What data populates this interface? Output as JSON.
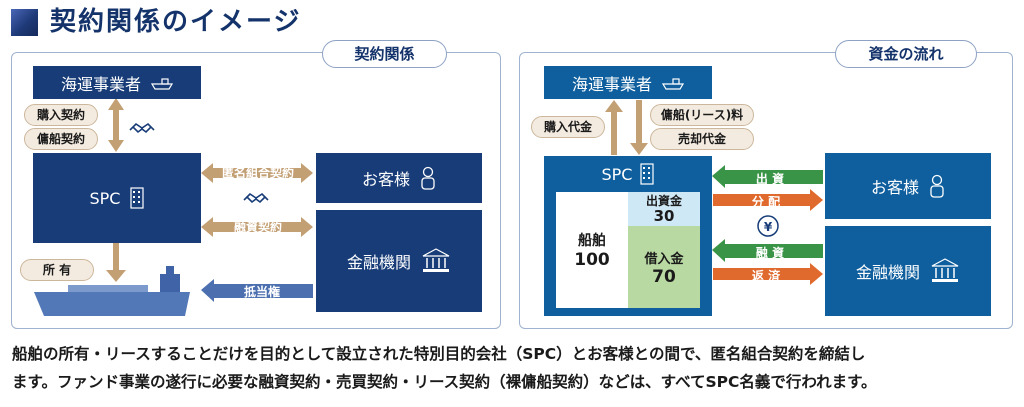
{
  "header": {
    "title": "契約関係のイメージ"
  },
  "left_panel": {
    "title": "契約関係",
    "operator": "海運事業者",
    "spc": "SPC",
    "customer": "お客様",
    "finance": "金融機関",
    "labels": {
      "purchase": "購入契約",
      "charter": "傭船契約",
      "anonymous": "匿名組合契約",
      "loan": "融資契約",
      "ownership": "所 有",
      "collateral": "抵当権"
    }
  },
  "right_panel": {
    "title": "資金の流れ",
    "operator": "海運事業者",
    "spc": "SPC",
    "customer": "お客様",
    "finance": "金融機関",
    "ship_label": "船舶",
    "ship_value": "100",
    "equity_label": "出資金",
    "equity_value": "30",
    "debt_label": "借入金",
    "debt_value": "70",
    "labels": {
      "purchase_price": "購入代金",
      "charter_fee": "傭船(リース)料",
      "sale_price": "売却代金",
      "investment": "出 資",
      "distribution": "分 配",
      "financing": "融 資",
      "repayment": "返 済"
    }
  },
  "caption": {
    "line1": "船舶の所有・リースすることだけを目的として設立された特別目的会社（SPC）とお客様との間で、匿名組合契約を締結し",
    "line2": "ます。ファンド事業の遂行に必要な融資契約・売買契約・リース契約（裸傭船契約）などは、すべてSPC名義で行われます。"
  },
  "colors": {
    "navy": "#173c78",
    "teal": "#0f5f9e",
    "tan": "#c39f74",
    "green": "#3a9447",
    "orange": "#e06a2d",
    "light_blue": "#cfe8f5",
    "light_green": "#b9d9a3"
  }
}
